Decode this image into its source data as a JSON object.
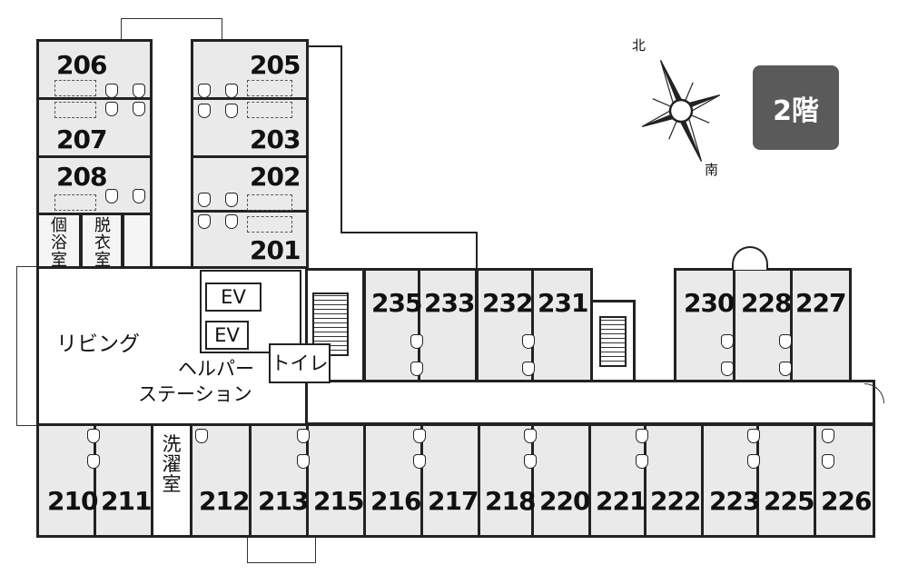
{
  "floor_badge": "2階",
  "compass": {
    "north": "北",
    "south": "南"
  },
  "rooms": {
    "r206": "206",
    "r205": "205",
    "r207": "207",
    "r203": "203",
    "r208": "208",
    "r202": "202",
    "r201": "201",
    "r235": "235",
    "r233": "233",
    "r232": "232",
    "r231": "231",
    "r230": "230",
    "r228": "228",
    "r227": "227",
    "r210": "210",
    "r211": "211",
    "r212": "212",
    "r213": "213",
    "r215": "215",
    "r216": "216",
    "r217": "217",
    "r218": "218",
    "r220": "220",
    "r221": "221",
    "r222": "222",
    "r223": "223",
    "r225": "225",
    "r226": "226"
  },
  "areas": {
    "bath_1": "個",
    "bath_2": "浴",
    "bath_3": "室",
    "dressing_1": "脱",
    "dressing_2": "衣",
    "dressing_3": "室",
    "laundry_1": "洗",
    "laundry_2": "濯",
    "laundry_3": "室",
    "living": "リビング",
    "ev1": "EV",
    "ev2": "EV",
    "helper_1": "ヘルパー",
    "helper_2": "ステーション",
    "toilet": "トイレ"
  }
}
